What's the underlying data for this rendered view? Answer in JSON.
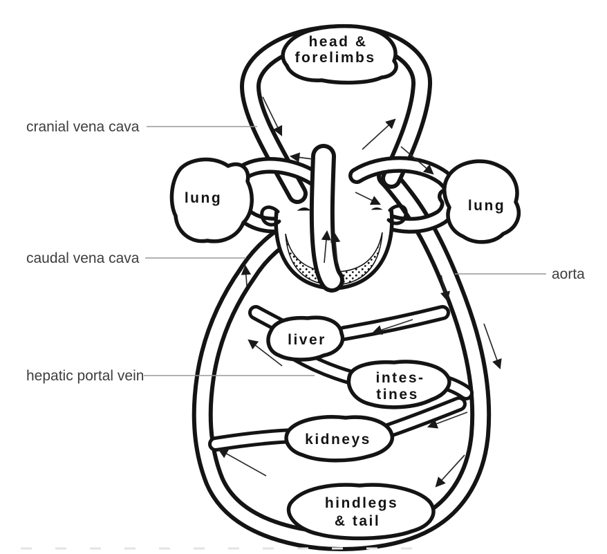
{
  "diagram": {
    "type": "circulatory-system-flow-diagram",
    "colors": {
      "ink": "#141414",
      "label_text": "#3d3d3d",
      "leader_line": "#979797",
      "background": "#ffffff"
    },
    "vessel_labels": {
      "cranial_vena_cava": "cranial vena cava",
      "caudal_vena_cava": "caudal vena cava",
      "hepatic_portal_vein": "hepatic portal vein",
      "aorta": "aorta"
    },
    "organ_labels": {
      "head_line1": "head &",
      "head_line2": "forelimbs",
      "lung_left": "lung",
      "lung_right": "lung",
      "liver": "liver",
      "intestines_line1": "intes-",
      "intestines_line2": "tines",
      "kidneys": "kidneys",
      "hindlegs_line1": "hindlegs",
      "hindlegs_line2": "& tail"
    }
  }
}
